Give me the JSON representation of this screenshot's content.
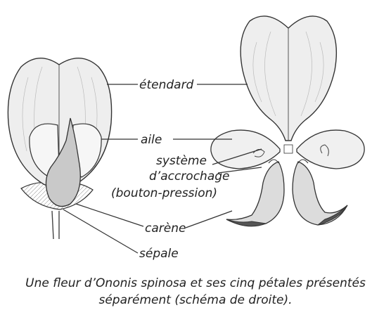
{
  "labels": {
    "etendard": "étendard",
    "aile": "aile",
    "systeme_line1": "système",
    "systeme_line2": "d’accrochage",
    "systeme_line3": "(bouton-pression)",
    "carene": "carène",
    "sepale": "sépale"
  },
  "caption": {
    "line1": "Une fleur d’Ononis spinosa et ses cinq pétales présentés",
    "line2": "séparément (schéma de droite)."
  },
  "colors": {
    "petal_fill": "#eeeeee",
    "petal_stroke": "#333333",
    "keel_fill": "#c9c9c9",
    "text": "#222222"
  }
}
